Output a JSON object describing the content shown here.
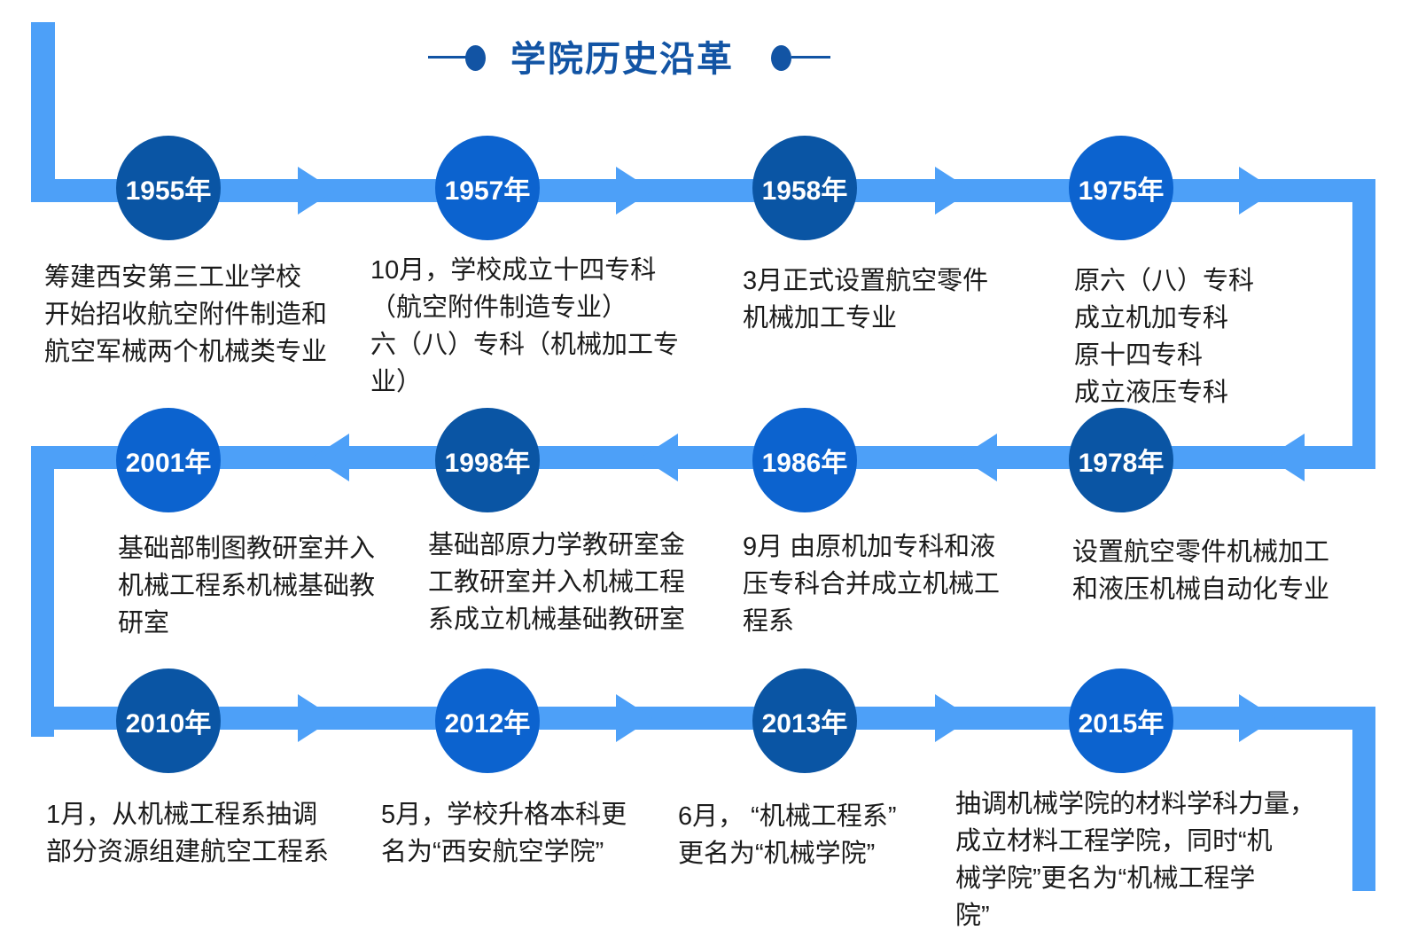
{
  "title": {
    "text": "学院历史沿革"
  },
  "colors": {
    "band": "#4da0f8",
    "dark": "#0a55a4",
    "light": "#0c63cf",
    "title": "#1254a4",
    "ink": "#1b1b1b"
  },
  "rows": [
    {
      "direction": "right",
      "events": [
        {
          "year": "1955年",
          "shade": "dark",
          "lines": [
            "筹建西安第三工业学校",
            "开始招收航空附件制造和",
            "航空军械两个机械类专业"
          ]
        },
        {
          "year": "1957年",
          "shade": "light",
          "lines": [
            "10月，学校成立十四专科",
            "（航空附件制造专业）",
            "六（八）专科（机械加工专",
            "业）"
          ]
        },
        {
          "year": "1958年",
          "shade": "dark",
          "lines": [
            "3月正式设置航空零件",
            "机械加工专业"
          ]
        },
        {
          "year": "1975年",
          "shade": "light",
          "lines": [
            "原六（八）专科",
            "成立机加专科",
            "原十四专科",
            "成立液压专科"
          ]
        }
      ]
    },
    {
      "direction": "left",
      "events": [
        {
          "year": "2001年",
          "shade": "light",
          "lines": [
            "基础部制图教研室并入",
            "机械工程系机械基础教",
            "研室"
          ]
        },
        {
          "year": "1998年",
          "shade": "dark",
          "lines": [
            "基础部原力学教研室金",
            "工教研室并入机械工程",
            "系成立机械基础教研室"
          ]
        },
        {
          "year": "1986年",
          "shade": "light",
          "lines": [
            "9月 由原机加专科和液",
            "压专科合并成立机械工",
            "程系"
          ]
        },
        {
          "year": "1978年",
          "shade": "dark",
          "lines": [
            "设置航空零件机械加工",
            "和液压机械自动化专业"
          ]
        }
      ]
    },
    {
      "direction": "right",
      "events": [
        {
          "year": "2010年",
          "shade": "dark",
          "lines": [
            "1月，从机械工程系抽调",
            "部分资源组建航空工程系"
          ]
        },
        {
          "year": "2012年",
          "shade": "light",
          "lines": [
            "5月，学校升格本科更",
            "名为“西安航空学院”"
          ]
        },
        {
          "year": "2013年",
          "shade": "dark",
          "lines": [
            "6月， “机械工程系”",
            "更名为“机械学院”"
          ]
        },
        {
          "year": "2015年",
          "shade": "light",
          "lines": [
            "抽调机械学院的材料学科力量，",
            "成立材料工程学院，同时“机",
            "械学院”更名为“机械工程学",
            "院”"
          ]
        }
      ]
    }
  ]
}
